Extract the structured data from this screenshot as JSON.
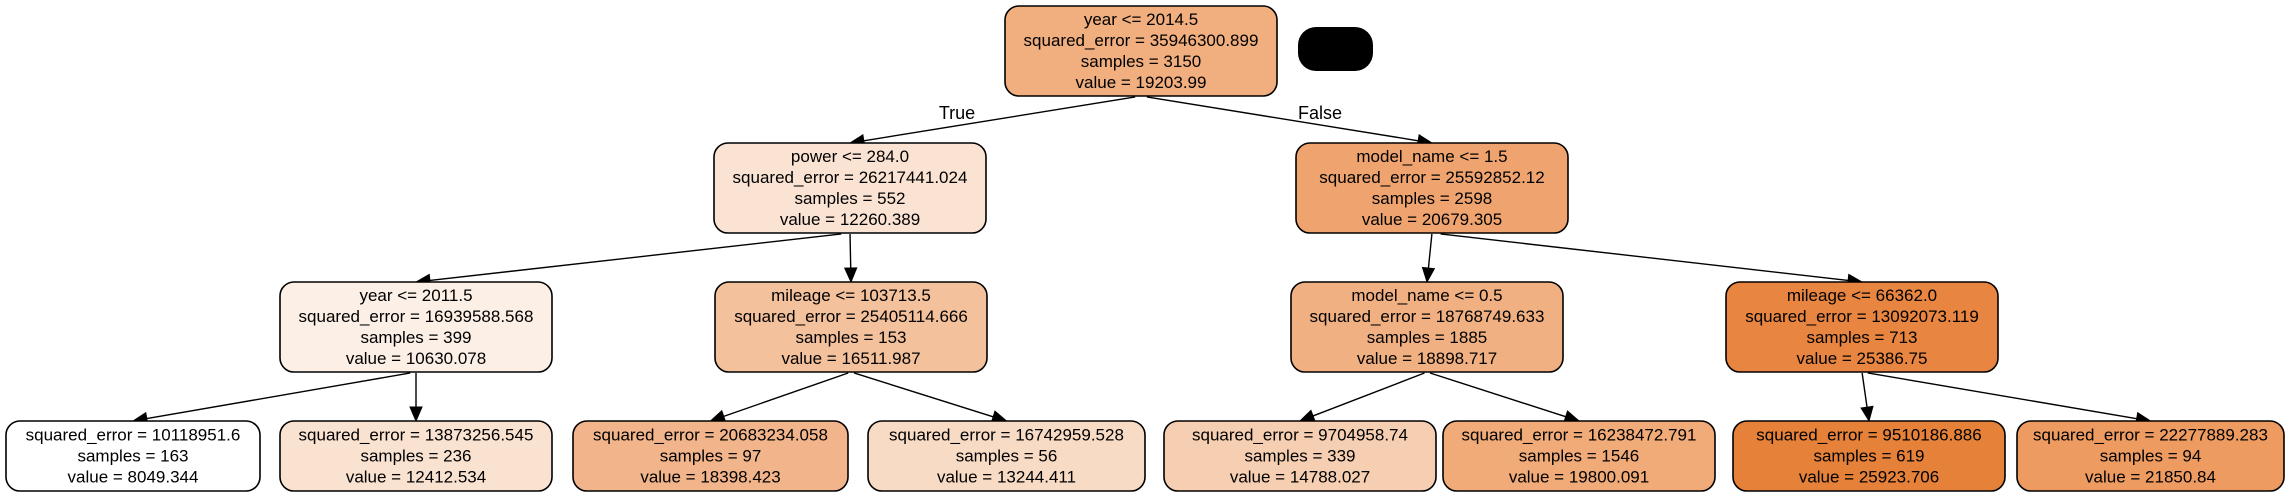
{
  "tree": {
    "nodes": [
      {
        "id": "n0",
        "lines": [
          "year <= 2014.5",
          "squared_error = 35946300.899",
          "samples = 3150",
          "value = 19203.99"
        ],
        "fill": "#f1ae7e"
      },
      {
        "id": "n1",
        "lines": [
          "power <= 284.0",
          "squared_error = 26217441.024",
          "samples = 552",
          "value = 12260.389"
        ],
        "fill": "#fae3d3"
      },
      {
        "id": "n2",
        "lines": [
          "model_name <= 1.5",
          "squared_error = 25592852.12",
          "samples = 2598",
          "value = 20679.305"
        ],
        "fill": "#efa470"
      },
      {
        "id": "n3",
        "lines": [
          "year <= 2011.5",
          "squared_error = 16939588.568",
          "samples = 399",
          "value = 10630.078"
        ],
        "fill": "#fcefe5"
      },
      {
        "id": "n4",
        "lines": [
          "mileage <= 103713.5",
          "squared_error = 25405114.666",
          "samples = 153",
          "value = 16511.987"
        ],
        "fill": "#f4c19d"
      },
      {
        "id": "n5",
        "lines": [
          "model_name <= 0.5",
          "squared_error = 18768749.633",
          "samples = 1885",
          "value = 18898.717"
        ],
        "fill": "#f1b082"
      },
      {
        "id": "n6",
        "lines": [
          "mileage <= 66362.0",
          "squared_error = 13092073.119",
          "samples = 713",
          "value = 25386.75"
        ],
        "fill": "#e88540"
      },
      {
        "id": "n7",
        "lines": [
          "squared_error = 10118951.6",
          "samples = 163",
          "value = 8049.344"
        ],
        "fill": "#ffffff"
      },
      {
        "id": "n8",
        "lines": [
          "squared_error = 13873256.545",
          "samples = 236",
          "value = 12412.534"
        ],
        "fill": "#fae2d1"
      },
      {
        "id": "n9",
        "lines": [
          "squared_error = 20683234.058",
          "samples = 97",
          "value = 18398.423"
        ],
        "fill": "#f2b48a"
      },
      {
        "id": "n10",
        "lines": [
          "squared_error = 16742959.528",
          "samples = 56",
          "value = 13244.411"
        ],
        "fill": "#f8dbc5"
      },
      {
        "id": "n11",
        "lines": [
          "squared_error = 9704958.74",
          "samples = 339",
          "value = 14788.027"
        ],
        "fill": "#f6cfb2"
      },
      {
        "id": "n12",
        "lines": [
          "squared_error = 16238472.791",
          "samples = 1546",
          "value = 19800.091"
        ],
        "fill": "#f0ab79"
      },
      {
        "id": "n13",
        "lines": [
          "squared_error = 9510186.886",
          "samples = 619",
          "value = 25923.706"
        ],
        "fill": "#e58139"
      },
      {
        "id": "n14",
        "lines": [
          "squared_error = 22277889.283",
          "samples = 94",
          "value = 21850.84"
        ],
        "fill": "#ed9b61"
      }
    ],
    "edges": [
      {
        "from": "n0",
        "to": "n1",
        "label": "True"
      },
      {
        "from": "n0",
        "to": "n2",
        "label": "False"
      },
      {
        "from": "n1",
        "to": "n3",
        "label": ""
      },
      {
        "from": "n1",
        "to": "n4",
        "label": ""
      },
      {
        "from": "n2",
        "to": "n5",
        "label": ""
      },
      {
        "from": "n2",
        "to": "n6",
        "label": ""
      },
      {
        "from": "n3",
        "to": "n7",
        "label": ""
      },
      {
        "from": "n3",
        "to": "n8",
        "label": ""
      },
      {
        "from": "n4",
        "to": "n9",
        "label": ""
      },
      {
        "from": "n4",
        "to": "n10",
        "label": ""
      },
      {
        "from": "n5",
        "to": "n11",
        "label": ""
      },
      {
        "from": "n5",
        "to": "n12",
        "label": ""
      },
      {
        "from": "n6",
        "to": "n13",
        "label": ""
      },
      {
        "from": "n6",
        "to": "n14",
        "label": ""
      }
    ]
  }
}
